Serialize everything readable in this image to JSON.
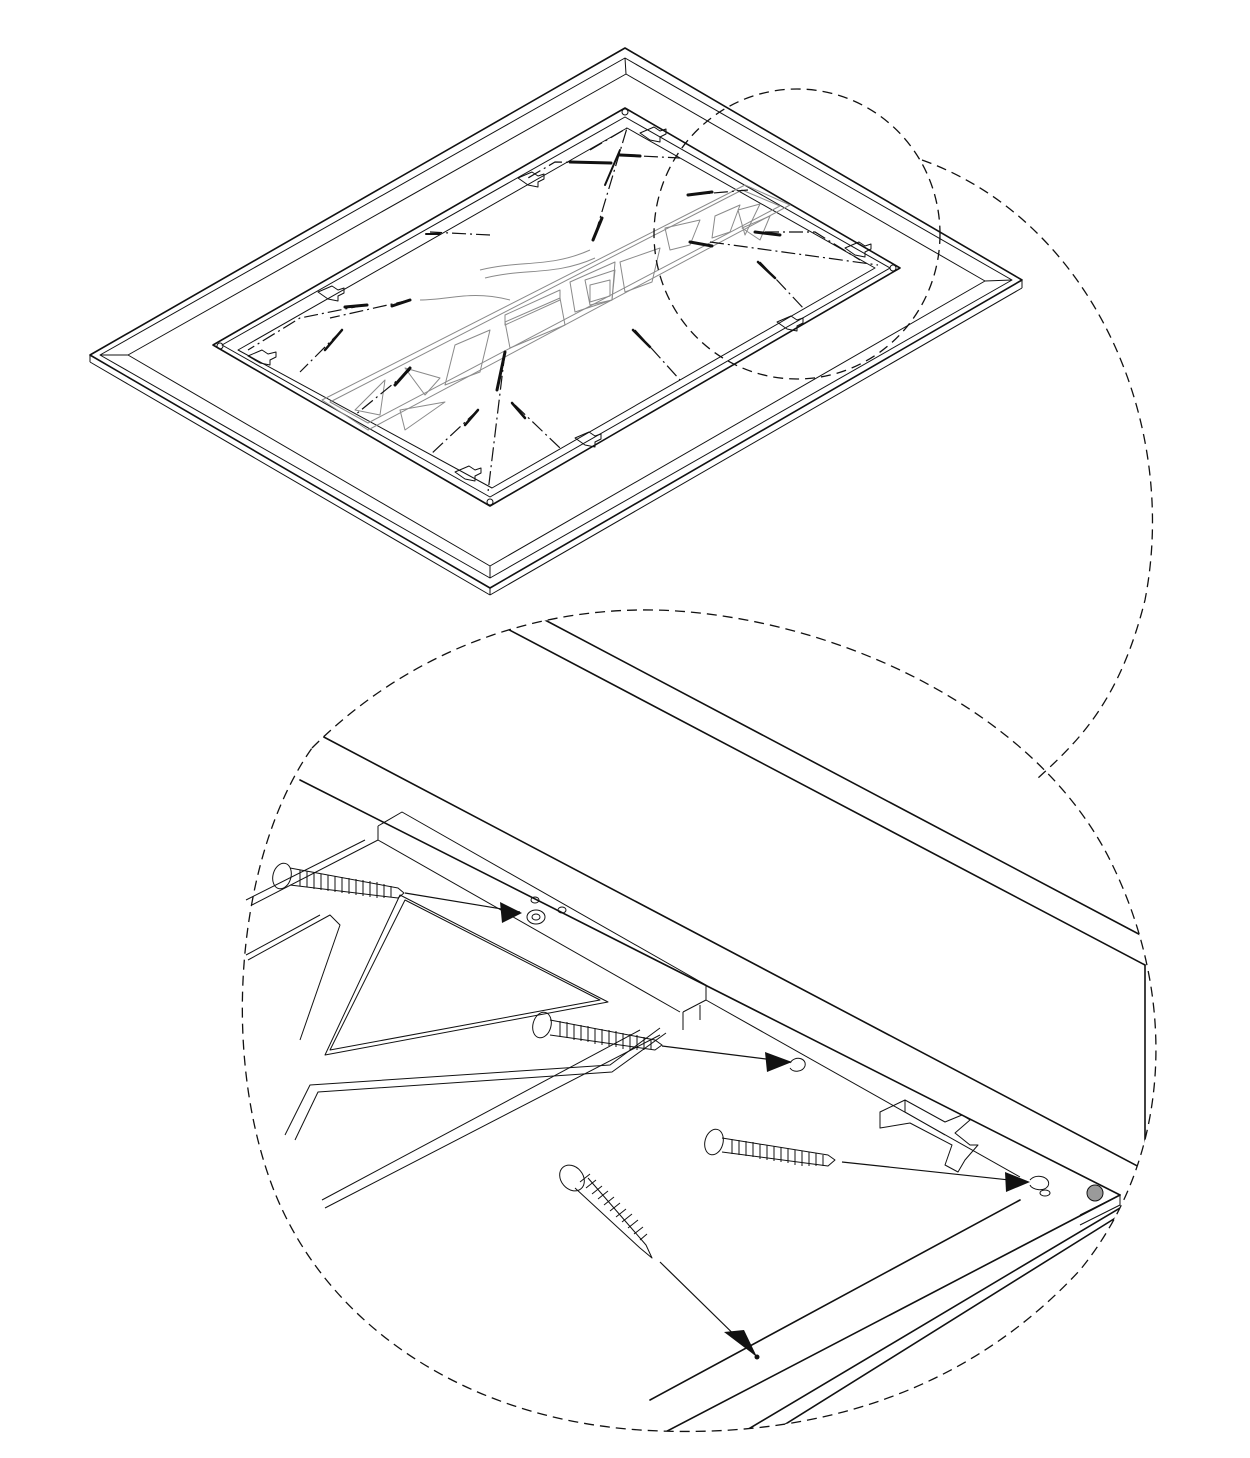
{
  "figure": {
    "type": "assembly-diagram",
    "views": [
      "overview-frame",
      "detail-magnified"
    ],
    "icons": {
      "screw": "screw-icon",
      "bracket": "bracket-icon",
      "magnifier-callout": "callout-circle"
    },
    "colors": {
      "line": "#111111",
      "ghost_panel": "#8a8a8a",
      "background": "#ffffff",
      "bumper": "#9a9a9a"
    }
  }
}
